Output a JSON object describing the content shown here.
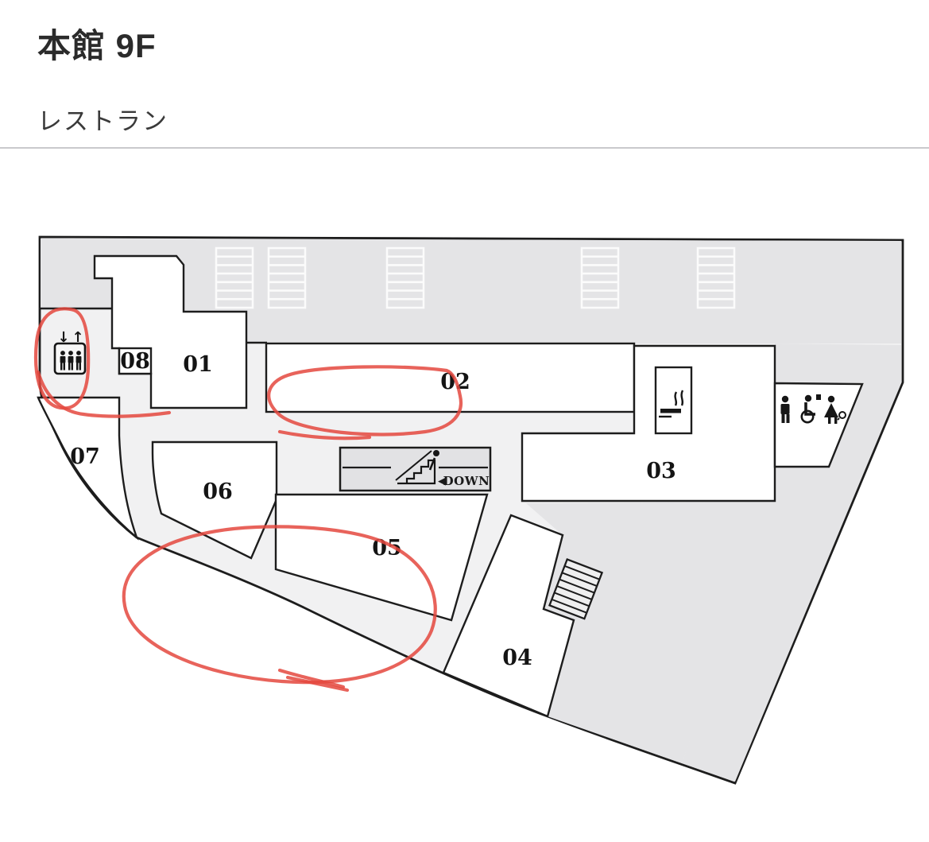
{
  "header": {
    "title": "本館 9F",
    "subtitle": "レストラン"
  },
  "map": {
    "rooms": [
      {
        "id": "room-01",
        "label": "01"
      },
      {
        "id": "room-02",
        "label": "02"
      },
      {
        "id": "room-03",
        "label": "03"
      },
      {
        "id": "room-04",
        "label": "04"
      },
      {
        "id": "room-05",
        "label": "05"
      },
      {
        "id": "room-06",
        "label": "06"
      },
      {
        "id": "room-07",
        "label": "07"
      },
      {
        "id": "room-08",
        "label": "08"
      }
    ],
    "facilities": {
      "elevator": {
        "name": "elevator",
        "down_arrow": "↓",
        "up_arrow": "↑"
      },
      "escalator": {
        "name": "escalator",
        "direction_arrow": "◀",
        "direction_label": "DOWN"
      },
      "smoking_area": {
        "name": "smoking-area"
      },
      "restroom": {
        "name": "restrooms-men-accessible-women"
      },
      "stairs": {
        "name": "stairs"
      }
    },
    "annotations": {
      "color": "#e4483e",
      "items": [
        "circle-around-elevator",
        "circle-around-room-02",
        "circle-around-room-05"
      ]
    },
    "colors": {
      "floor_light": "#f1f1f2",
      "floor_dark": "#e4e4e6",
      "wall": "#1d1d1d",
      "room_fill": "#ffffff"
    }
  }
}
